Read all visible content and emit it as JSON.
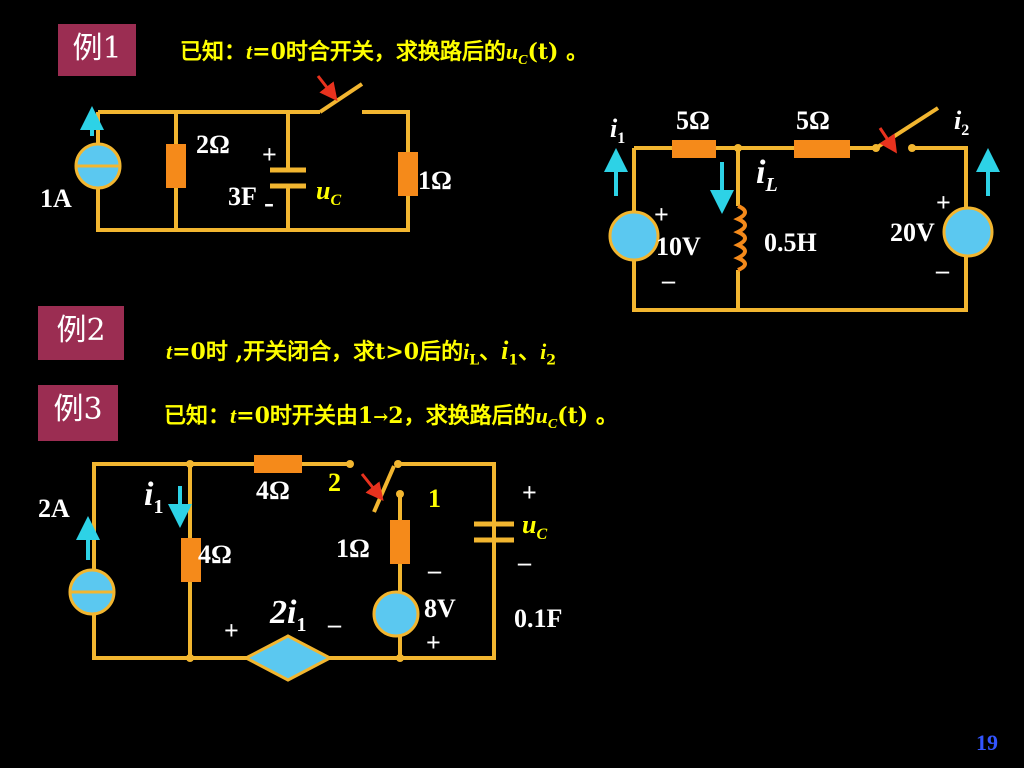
{
  "colors": {
    "wire": "#F2B630",
    "component": "#F58A1A",
    "source_fill": "#5BC8F0",
    "arrow": "#2DD2E6",
    "switch_arrow": "#E8321E",
    "badge_bg": "#9B2D52",
    "text_yellow": "#FFFF00",
    "text_white": "#FFFFFF",
    "page_number": "#3355FF"
  },
  "example1": {
    "badge": "例1",
    "text_prefix": "已知：",
    "t": "t",
    "eq0": "=0时合开关，求换路后的",
    "u": "u",
    "sub_C": "C",
    "paren_t": "(t)",
    "tail": " 。",
    "source_value": "1A",
    "r2": "2Ω",
    "c_value": "3F",
    "plus": "+",
    "minus": "-",
    "uc_u": "u",
    "uc_sub": "C",
    "r1": "1Ω"
  },
  "example2": {
    "badge": "例2",
    "t": "t",
    "text_a": "=0时 ,开关闭合，求t>0后的",
    "iL_i": "i",
    "iL_sub": "L",
    "sep1": "、",
    "i1_i": "i",
    "i1_sub": "1",
    "sep2": "、",
    "i2_i": "i",
    "i2_sub": "2",
    "label_i1_i": "i",
    "label_i1_sub": "1",
    "r5a": "5Ω",
    "r5b": "5Ω",
    "label_i2_i": "i",
    "label_i2_sub": "2",
    "label_iL_i": "i",
    "label_iL_sub": "L",
    "plus_left": "+",
    "v10": "10V",
    "minus_left": "–",
    "inductor": "0.5H",
    "plus_right": "+",
    "v20": "20V",
    "minus_right": "–"
  },
  "example3": {
    "badge": "例3",
    "text_prefix": "已知：",
    "t": "t",
    "text_a": "=0时开关由1",
    "text_b": "2，求换路后的",
    "u": "u",
    "sub_C": "C",
    "paren_t": "(t)",
    "tail": " 。",
    "source_value": "2A",
    "label_i1_i": "i",
    "label_i1_sub": "1",
    "r4_top": "4Ω",
    "pos2": "2",
    "pos1": "1",
    "r4_left": "4Ω",
    "r1": "1Ω",
    "minus_mid": "–",
    "v8": "8V",
    "plus_bottom": "+",
    "dep_coeff": "2",
    "dep_i": "i",
    "dep_sub": "1",
    "dep_plus": "+",
    "dep_minus": "–",
    "plus_c": "+",
    "uc_u": "u",
    "uc_sub": "C",
    "minus_c": "–",
    "c_value": "0.1F"
  },
  "page_number": "19"
}
